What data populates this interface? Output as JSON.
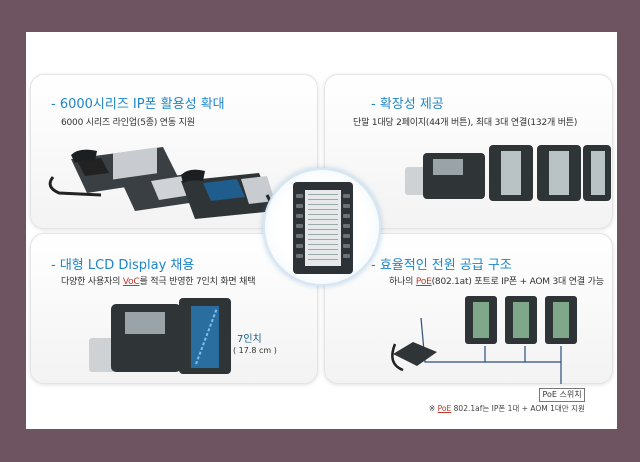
{
  "panels": {
    "p1": {
      "title": "- 6000시리즈 IP폰 활용성 확대",
      "subtitle": "6000 시리즈  라인업(5종)  연동 지원"
    },
    "p2": {
      "title": "- 확장성 제공",
      "subtitle": "단말 1대당 2페이지(44개 버튼),  최대 3대 연결(132개 버튼)"
    },
    "p3": {
      "title": "- 대형 LCD Display 채용",
      "subtitle_pre": "다양한 사용자의 ",
      "subtitle_voc": "VoC",
      "subtitle_post": "를 적극 반영한 7인치 화면 채택",
      "size_label": "7인치",
      "size_cm": "( 17.8 cm )"
    },
    "p4": {
      "title": "- 효율적인 전원 공급 구조",
      "subtitle_pre": "하나의 ",
      "subtitle_poe": "PoE",
      "subtitle_post": "(802.1at) 포트로  IP폰  +  AOM 3대 연결 가능",
      "switch_label": "PoE 스위치",
      "note_pre": "※ ",
      "note_poe": "PoE",
      "note_post": " 802.1af는 IP폰 1대 + AOM 1대만 지원"
    }
  },
  "colors": {
    "title": "#1e86c8",
    "frame": "#6d5460",
    "device": "#2d3236",
    "highlight": "#c0392b"
  }
}
